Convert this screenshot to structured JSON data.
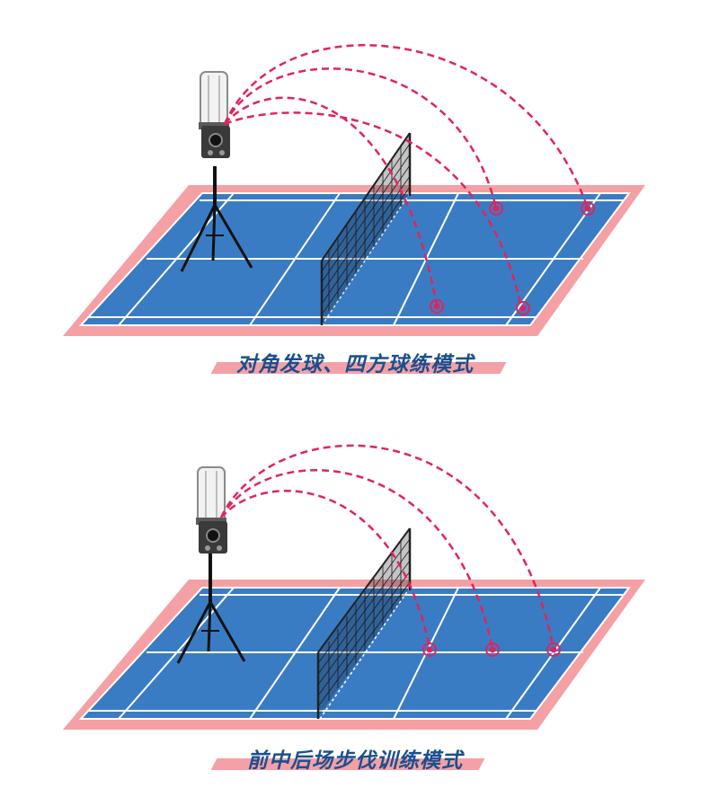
{
  "colors": {
    "court_blue": "#3a7cc3",
    "court_surround": "#f4a0a4",
    "court_lines": "#ffffff",
    "trajectory": "#e0245e",
    "caption_text": "#1b4f8f",
    "caption_band": "#f3a1a6"
  },
  "panels": [
    {
      "id": "diagonal",
      "caption": "对角发球、四方球练模式",
      "landing_points": 4
    },
    {
      "id": "footwork",
      "caption": "前中后场步伐训练模式",
      "landing_points": 3
    }
  ],
  "icons": {
    "machine": "shuttlecock-launcher-icon",
    "target": "landing-target-icon"
  }
}
